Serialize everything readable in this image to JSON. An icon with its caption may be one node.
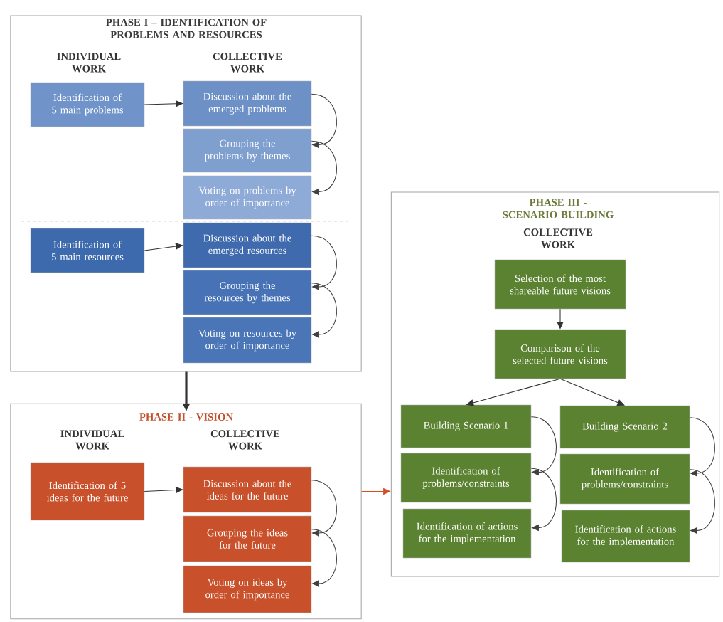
{
  "diagram": {
    "nodes": [
      {
        "text": [
          "PHASE I – IDENTIFICATION OF PROBLEMS AND RESOURCES"
        ]
      },
      {
        "text": [
          "Identification of 5 main problems"
        ],
        "in": 0
      },
      {
        "text": [
          "Discussion about the emerged problems"
        ],
        "in": 0
      },
      {
        "text": [
          "Grouping the problems by themes"
        ],
        "in": 0
      },
      {
        "text": [
          "Voting on problems by order of importance"
        ],
        "in": 0
      },
      {
        "text": [
          "Identification of 5 main resources"
        ],
        "in": 0
      },
      {
        "text": [
          "Discussion about the emerged resources"
        ],
        "in": 0
      },
      {
        "text": [
          "Grouping the resources by themes"
        ],
        "in": 0
      },
      {
        "text": [
          "Voting on resources by order of importance"
        ],
        "in": 0
      },
      {
        "text": [
          "PHASE II - VISION"
        ]
      },
      {
        "text": [
          "Identification of 5 ideas for the future"
        ],
        "in": 9
      },
      {
        "text": [
          "Discussion about the ideas for the future"
        ],
        "in": 9
      },
      {
        "text": [
          "Grouping the ideas for the future"
        ],
        "in": 9
      },
      {
        "text": [
          "Voting on ideas by order of importance"
        ],
        "in": 9
      },
      {
        "text": [
          "PHASE III - SCENARIO BUILDING"
        ]
      },
      {
        "text": [
          "Selection of the most shareable future visions"
        ],
        "in": 14
      },
      {
        "text": [
          "Comparison of the selected future visions"
        ],
        "in": 14
      },
      {
        "text": [
          "Building Scenario 1"
        ],
        "in": 14
      },
      {
        "text": [
          "Identification of problems/constraints"
        ],
        "in": 14
      },
      {
        "text": [
          "Identification of actions for the implementation"
        ],
        "in": 14
      },
      {
        "text": [
          "Building Scenario 2"
        ],
        "in": 14
      },
      {
        "text": [
          "Identification of problems/constraints"
        ],
        "in": 14
      },
      {
        "text": [
          "Identification of actions for the implementation"
        ],
        "in": 14
      }
    ],
    "edges": [
      {
        "from": 1,
        "to": 2,
        "arrow": "to"
      },
      {
        "from": 2,
        "to": 3,
        "arrow": "to"
      },
      {
        "from": 3,
        "to": 4,
        "arrow": "to"
      },
      {
        "from": 5,
        "to": 6,
        "arrow": "to"
      },
      {
        "from": 6,
        "to": 7,
        "arrow": "to"
      },
      {
        "from": 7,
        "to": 8,
        "arrow": "to"
      },
      {
        "from": 0,
        "to": 9,
        "arrow": "to",
        "style": "thick"
      },
      {
        "from": 10,
        "to": 11,
        "arrow": "to"
      },
      {
        "from": 11,
        "to": 12,
        "arrow": "to"
      },
      {
        "from": 12,
        "to": 13,
        "arrow": "to"
      },
      {
        "from": 9,
        "to": 14,
        "arrow": "to",
        "color": "#d0502a"
      },
      {
        "from": 15,
        "to": 16,
        "arrow": "to"
      },
      {
        "from": 16,
        "to": 17,
        "arrow": "to"
      },
      {
        "from": 16,
        "to": 20,
        "arrow": "to"
      },
      {
        "from": 17,
        "to": 18,
        "arrow": "to"
      },
      {
        "from": 18,
        "to": 19,
        "arrow": "to"
      },
      {
        "from": 20,
        "to": 21,
        "arrow": "to"
      },
      {
        "from": 21,
        "to": 22,
        "arrow": "to"
      }
    ],
    "labels": [
      "INDIVIDUAL WORK",
      "COLLECTIVE WORK",
      "INDIVIDUAL WORK",
      "COLLECTIVE WORK",
      "COLLECTIVE WORK"
    ]
  }
}
